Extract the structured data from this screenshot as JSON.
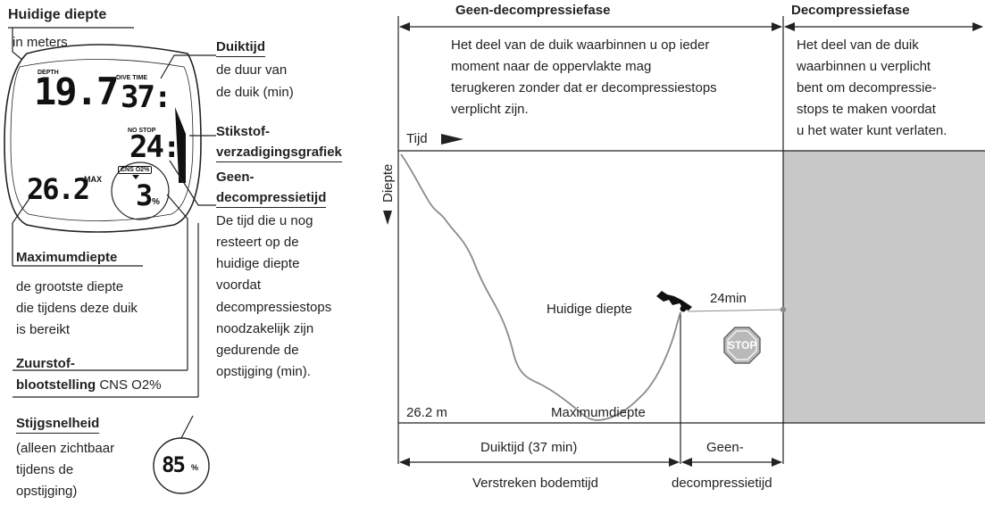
{
  "left_panel": {
    "current_depth": {
      "title": "Huidige diepte",
      "desc": "in meters"
    },
    "dive_time": {
      "title": "Duiktijd",
      "desc_lines": [
        "de duur van",
        "de duik (min)"
      ]
    },
    "nitrogen": {
      "title_lines": [
        "Stikstof-",
        "verzadigingsgrafiek"
      ]
    },
    "no_deco": {
      "title_lines": [
        "Geen-",
        "decompressietijd"
      ],
      "desc_lines": [
        "De tijd die u nog",
        "resteert op de",
        "huidige diepte",
        "voordat",
        "decompressiestops",
        "noodzakelijk zijn",
        "gedurende de",
        "opstijging (min)."
      ]
    },
    "max_depth": {
      "title": "Maximumdiepte",
      "desc_lines": [
        "de grootste diepte",
        "die tijdens deze duik",
        "is bereikt"
      ]
    },
    "oxygen": {
      "title_lines": [
        "Zuurstof-",
        "blootstelling"
      ],
      "suffix": "CNS O2%"
    },
    "ascent": {
      "title": "Stijgsnelheid",
      "desc_lines": [
        "(alleen zichtbaar",
        "tijdens de",
        "opstijging)"
      ]
    }
  },
  "device": {
    "depth_label": "DEPTH",
    "depth_value": "19.7",
    "dive_time_label": "DIVE TIME",
    "dive_time_value": "37:",
    "no_stop_label": "NO STOP",
    "no_stop_value": "24:",
    "max_value": "26.2",
    "max_label": "MAX",
    "cns_label": "CNS O2%",
    "cns_value": "3",
    "cns_unit": "%",
    "ascent_value": "85",
    "ascent_unit": "%"
  },
  "right_panel": {
    "phase_no_deco": {
      "title": "Geen-decompressiefase",
      "desc_lines": [
        "Het deel van de duik waarbinnen u op ieder",
        "moment naar de oppervlakte mag",
        "terugkeren zonder dat er decompressiestops",
        "verplicht zijn."
      ]
    },
    "phase_deco": {
      "title": "Decompressiefase",
      "desc_lines": [
        "Het deel van de duik",
        "waarbinnen u verplicht",
        "bent om decompressie-",
        "stops te maken voordat",
        "u het water kunt verlaten."
      ]
    },
    "time_axis": "Tijd",
    "depth_axis": "Diepte",
    "current_depth": "Huidige diepte",
    "ndl_value": "24min",
    "stop_sign": "STOP",
    "max_depth_value": "26.2 m",
    "max_depth_label": "Maximumdiepte",
    "dive_time": "Duiktijd (37 min)",
    "elapsed": "Verstreken bodemtijd",
    "ndl_lines": [
      "Geen-",
      "decompressietijd"
    ]
  },
  "colors": {
    "deco_fill": "#c8c8c8",
    "profile_line": "#8a8a8a",
    "ink": "#222222"
  }
}
